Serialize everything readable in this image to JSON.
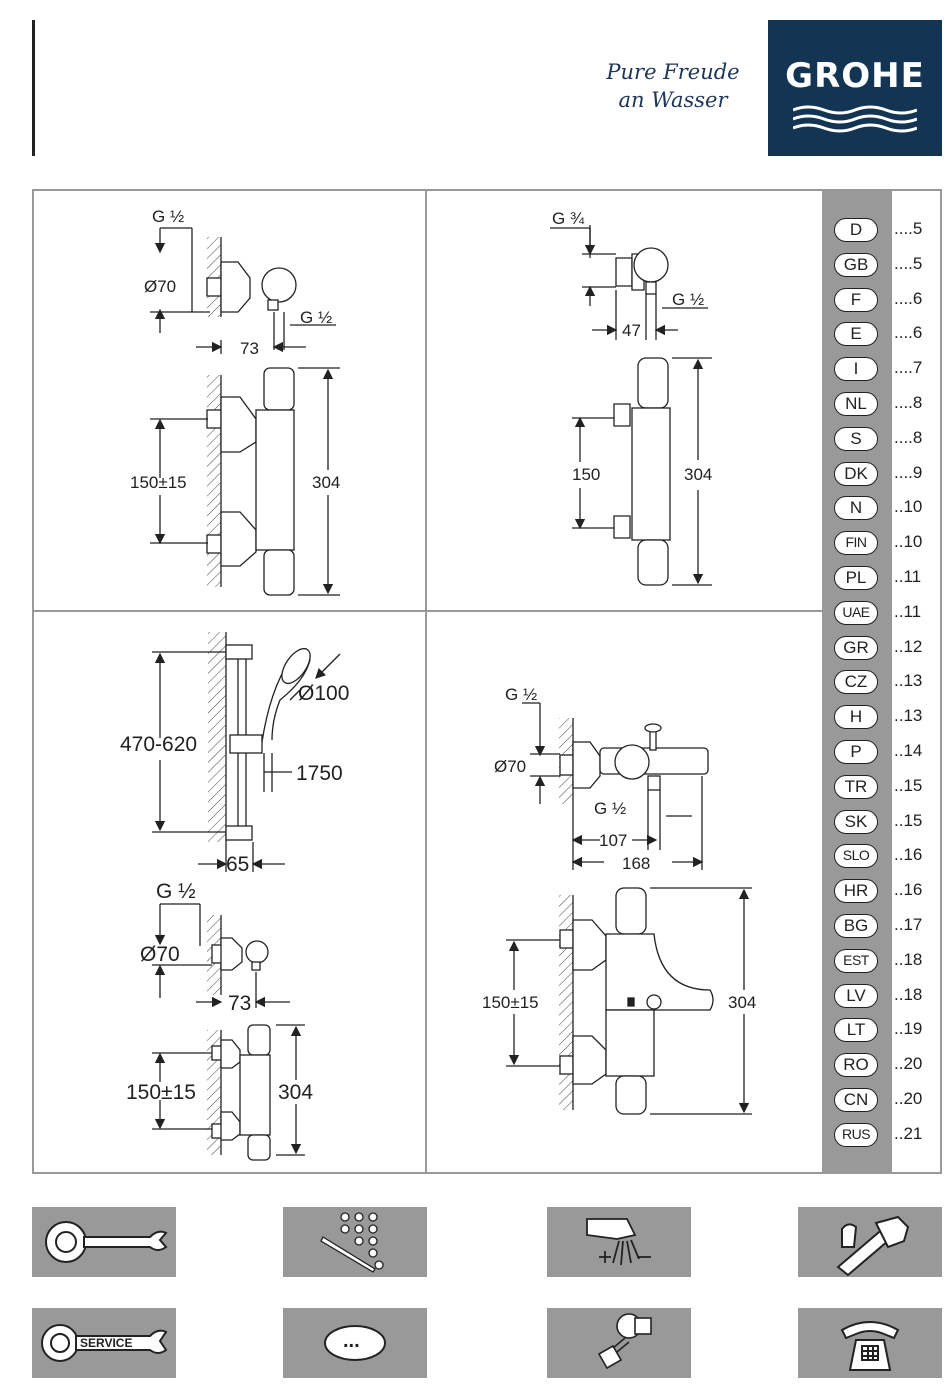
{
  "header": {
    "tagline_line1": "Pure Freude",
    "tagline_line2": "an Wasser",
    "brand": "GROHE"
  },
  "dimensions": {
    "p1": {
      "g_top": "G ½",
      "dia": "Ø70",
      "g_out": "G ½",
      "w": "73",
      "h_spacing": "150±15",
      "h": "304"
    },
    "p2": {
      "g_top": "G ¾",
      "g_out": "G ½",
      "w": "47",
      "h_spacing": "150",
      "h": "304"
    },
    "p3": {
      "range": "470-620",
      "dia": "Ø100",
      "hose": "1750",
      "w": "65",
      "g_top": "G ½",
      "dia2": "Ø70",
      "w2": "73",
      "h_spacing": "150±15",
      "h": "304"
    },
    "p4": {
      "g_top": "G ½",
      "dia": "Ø70",
      "g_out": "G ½",
      "w1": "107",
      "w2": "168",
      "h_spacing": "150±15",
      "h": "304"
    }
  },
  "languages": [
    {
      "code": "D",
      "page": "....5"
    },
    {
      "code": "GB",
      "page": "....5"
    },
    {
      "code": "F",
      "page": "....6"
    },
    {
      "code": "E",
      "page": "....6"
    },
    {
      "code": "I",
      "page": "....7"
    },
    {
      "code": "NL",
      "page": "....8"
    },
    {
      "code": "S",
      "page": "....8"
    },
    {
      "code": "DK",
      "page": "....9"
    },
    {
      "code": "N",
      "page": "..10"
    },
    {
      "code": "FIN",
      "page": "..10"
    },
    {
      "code": "PL",
      "page": "..11"
    },
    {
      "code": "UAE",
      "page": "..11"
    },
    {
      "code": "GR",
      "page": "..12"
    },
    {
      "code": "CZ",
      "page": "..13"
    },
    {
      "code": "H",
      "page": "..13"
    },
    {
      "code": "P",
      "page": "..14"
    },
    {
      "code": "TR",
      "page": "..15"
    },
    {
      "code": "SK",
      "page": "..15"
    },
    {
      "code": "SLO",
      "page": "..16"
    },
    {
      "code": "HR",
      "page": "..16"
    },
    {
      "code": "BG",
      "page": "..17"
    },
    {
      "code": "EST",
      "page": "..18"
    },
    {
      "code": "LV",
      "page": "..18"
    },
    {
      "code": "LT",
      "page": "..19"
    },
    {
      "code": "RO",
      "page": "..20"
    },
    {
      "code": "CN",
      "page": "..20"
    },
    {
      "code": "RUS",
      "page": "..21"
    }
  ],
  "icons": {
    "service_label": "SERVICE",
    "more_label": "..."
  },
  "colors": {
    "brand_navy": "#133553",
    "panel_gray": "#999999"
  }
}
